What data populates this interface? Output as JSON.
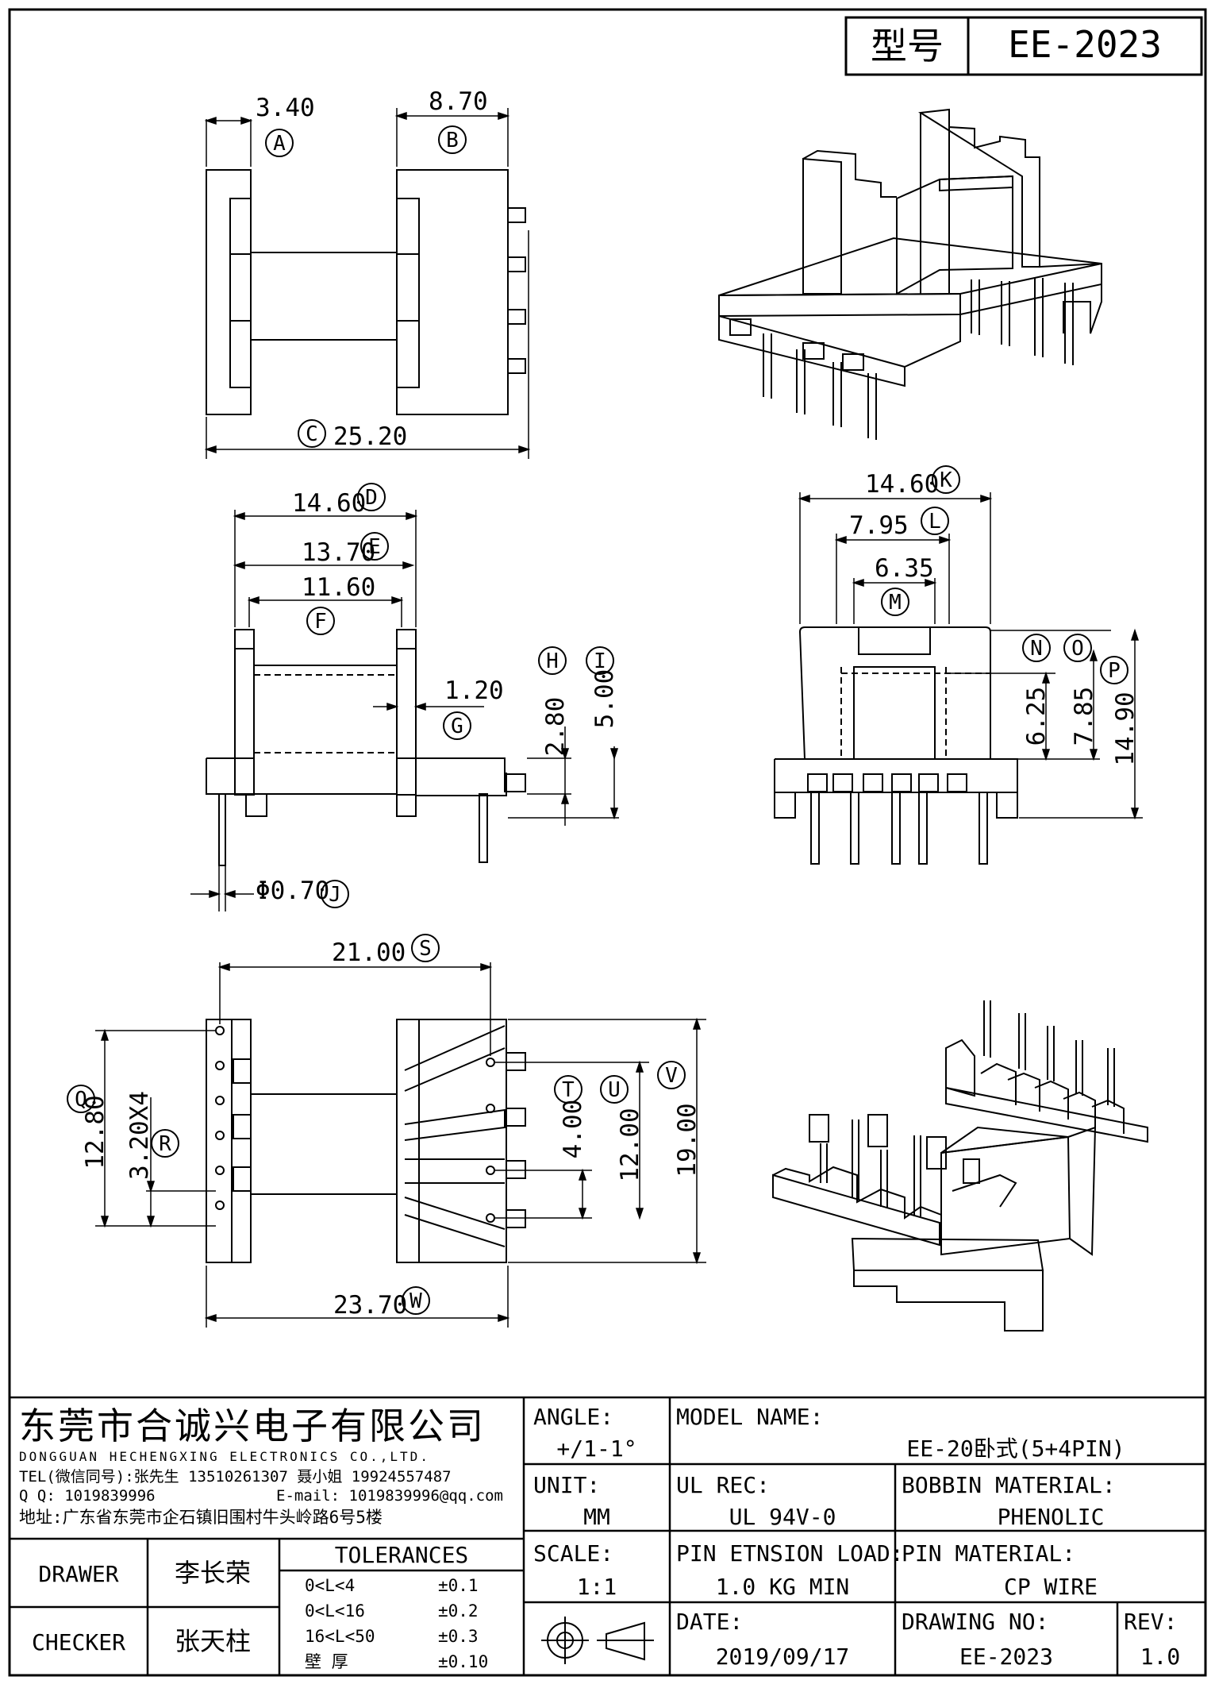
{
  "title_block": {
    "model_label": "型号",
    "model_value": "EE-2023"
  },
  "company": {
    "name_cn": "东莞市合诚兴电子有限公司",
    "name_en": "DONGGUAN HECHENGXING ELECTRONICS CO.,LTD.",
    "tel": "TEL(微信同号):张先生 13510261307 聂小姐 19924557487",
    "qq": "Q Q: 1019839996",
    "email": "E-mail: 1019839996@qq.com",
    "address": "地址:广东省东莞市企石镇旧围村牛头岭路6号5楼"
  },
  "specs": {
    "angle_label": "ANGLE:",
    "angle_value": "+/1-1°",
    "unit_label": "UNIT:",
    "unit_value": "MM",
    "scale_label": "SCALE:",
    "scale_value": "1:1",
    "model_name_label": "MODEL NAME:",
    "model_name_value": "EE-20卧式(5+4PIN)",
    "ul_label": "UL REC:",
    "ul_value": "UL 94V-0",
    "bobbin_label": "BOBBIN MATERIAL:",
    "bobbin_value": "PHENOLIC",
    "pin_load_label": "PIN ETNSION LOAD:",
    "pin_load_value": "1.0 KG MIN",
    "pin_material_label": "PIN MATERIAL:",
    "pin_material_value": "CP WIRE",
    "date_label": "DATE:",
    "date_value": "2019/09/17",
    "drawing_no_label": "DRAWING NO:",
    "drawing_no_value": "EE-2023",
    "rev_label": "REV:",
    "rev_value": "1.0"
  },
  "people": {
    "drawer_label": "DRAWER",
    "drawer_value": "李长荣",
    "checker_label": "CHECKER",
    "checker_value": "张天柱"
  },
  "tolerances": {
    "title": "TOLERANCES",
    "rows": [
      {
        "range": "0<L<4",
        "tol": "±0.1"
      },
      {
        "range": "0<L<16",
        "tol": "±0.2"
      },
      {
        "range": "16<L<50",
        "tol": "±0.3"
      },
      {
        "range": "壁   厚",
        "tol": "±0.10"
      }
    ]
  },
  "dimensions": {
    "A": "3.40",
    "B": "8.70",
    "C": "25.20",
    "D": "14.60",
    "E": "13.70",
    "F": "11.60",
    "G": "1.20",
    "H": "2.80",
    "I": "5.00",
    "J": "Φ0.70",
    "K": "14.60",
    "L": "7.95",
    "M": "6.35",
    "N": "6.25",
    "O": "7.85",
    "P": "14.90",
    "Q": "12.80",
    "R": "3.20X4",
    "S": "21.00",
    "T": "4.00",
    "U": "12.00",
    "V": "19.00",
    "W": "23.70"
  },
  "markers": [
    "A",
    "B",
    "C",
    "D",
    "E",
    "F",
    "G",
    "H",
    "I",
    "J",
    "K",
    "L",
    "M",
    "N",
    "O",
    "P",
    "Q",
    "R",
    "S",
    "T",
    "U",
    "V",
    "W"
  ]
}
